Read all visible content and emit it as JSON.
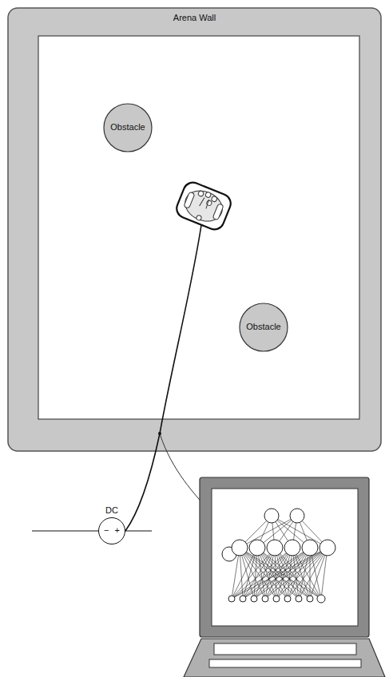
{
  "diagram": {
    "nodes": [
      {
        "text": [
          "Arena Wall"
        ]
      },
      {
        "text": [
          "Obstacle"
        ],
        "in": 0
      },
      {
        "text": [
          "Obstacle"
        ],
        "in": 0
      },
      {
        "text": [
          "DC",
          "−",
          "+"
        ]
      }
    ]
  }
}
